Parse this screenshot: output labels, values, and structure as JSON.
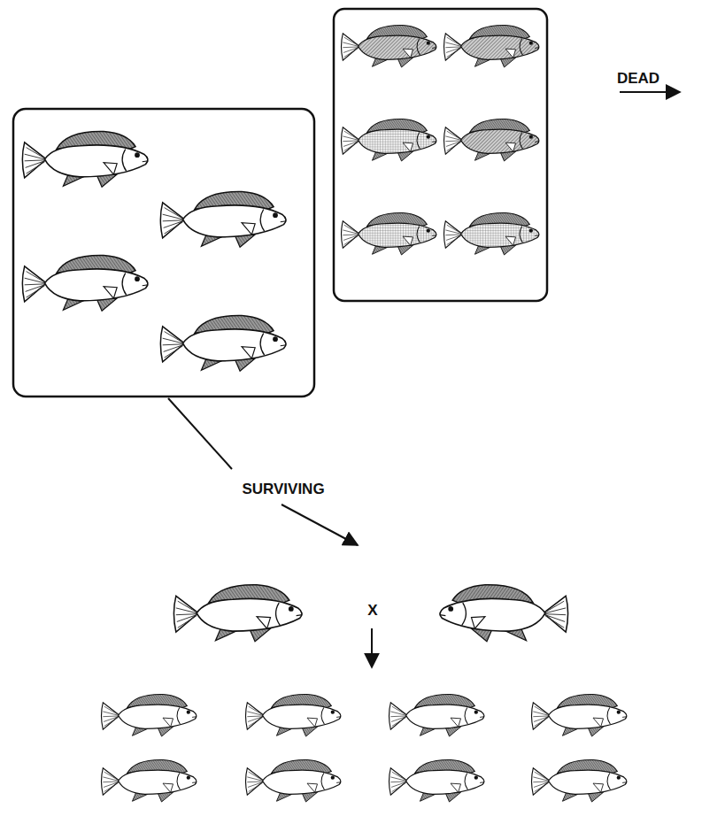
{
  "diagram": {
    "labels": [
      "DEAD",
      "SURVIVING",
      "X"
    ]
  }
}
